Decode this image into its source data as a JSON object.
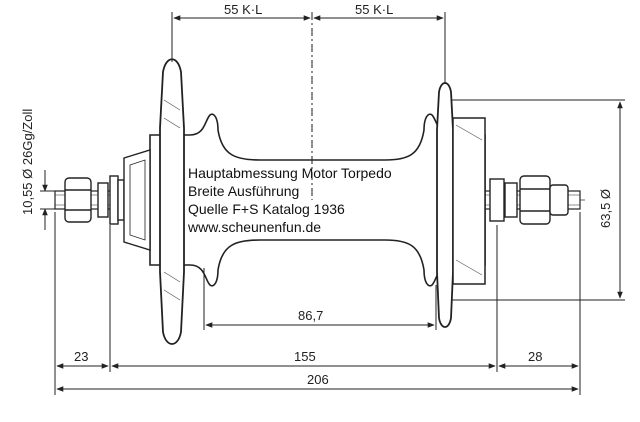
{
  "annotation": {
    "line1": "Hauptabmessung  Motor Torpedo",
    "line2": "Breite Ausführung",
    "line3": "Quelle F+S Katalog 1936",
    "line4": "www.scheunenfun.de"
  },
  "dimensions": {
    "top_left": "55 K·L",
    "top_right": "55 K·L",
    "left_vertical": "10,55 Ø  26Gg/Zoll",
    "right_vertical": "63,5 Ø",
    "hub_body": "86,7",
    "left_axle": "23",
    "middle": "155",
    "right_axle": "28",
    "overall": "206"
  },
  "colors": {
    "paper": "#ffffff",
    "ink": "#222222",
    "hatch": "#555555"
  }
}
